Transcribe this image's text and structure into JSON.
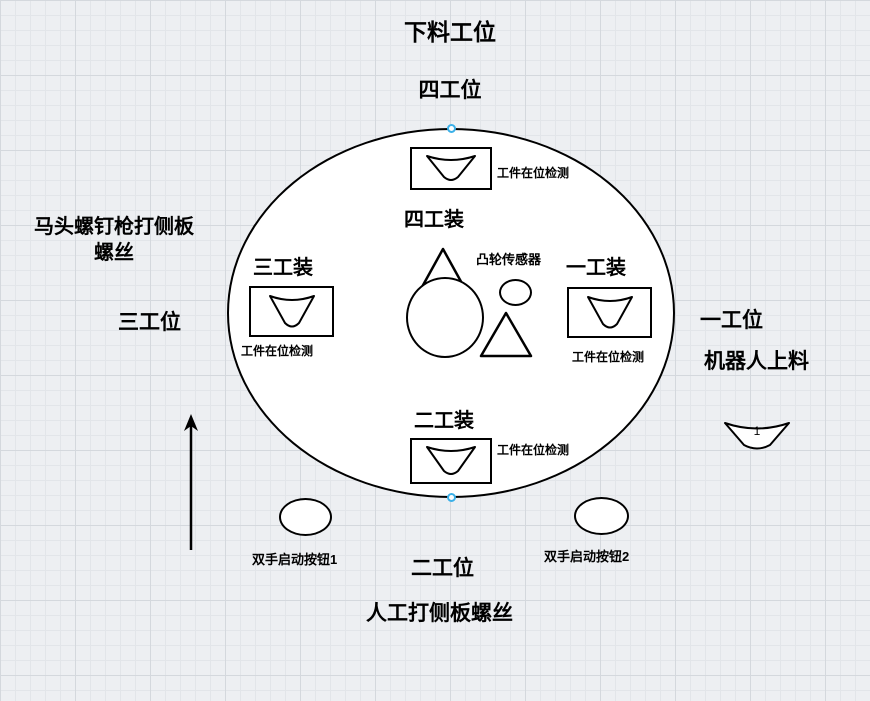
{
  "colors": {
    "background": "#edeff2",
    "grid_minor": "#e2e5e9",
    "grid_major": "#d4d8dd",
    "shape_stroke": "#000000",
    "shape_fill": "#ffffff",
    "connection_marker": "#3bb0e8",
    "text": "#000000"
  },
  "turntable": {
    "stations": {
      "top": {
        "process": "下料工位",
        "name": "四工位"
      },
      "right": {
        "name": "一工位",
        "process": "机器人上料"
      },
      "bottom": {
        "name": "二工位",
        "process": "人工打侧板螺丝"
      },
      "left": {
        "process_line1": "马头螺钉枪打侧板",
        "process_line2": "螺丝",
        "name": "三工位"
      }
    },
    "fixtures": {
      "top": {
        "label": "四工装",
        "sensor_label": "工件在位检测"
      },
      "left": {
        "label": "三工装",
        "sensor_label": "工件在位检测"
      },
      "right": {
        "label": "一工装",
        "sensor_label": "工件在位检测"
      },
      "bottom": {
        "label": "二工装",
        "sensor_label": "工件在位检测"
      }
    },
    "center": {
      "cam_sensor_label": "凸轮传感器"
    },
    "part": {
      "number": "1"
    },
    "buttons": {
      "left_label": "双手启动按钮1",
      "right_label": "双手启动按钮2"
    }
  }
}
